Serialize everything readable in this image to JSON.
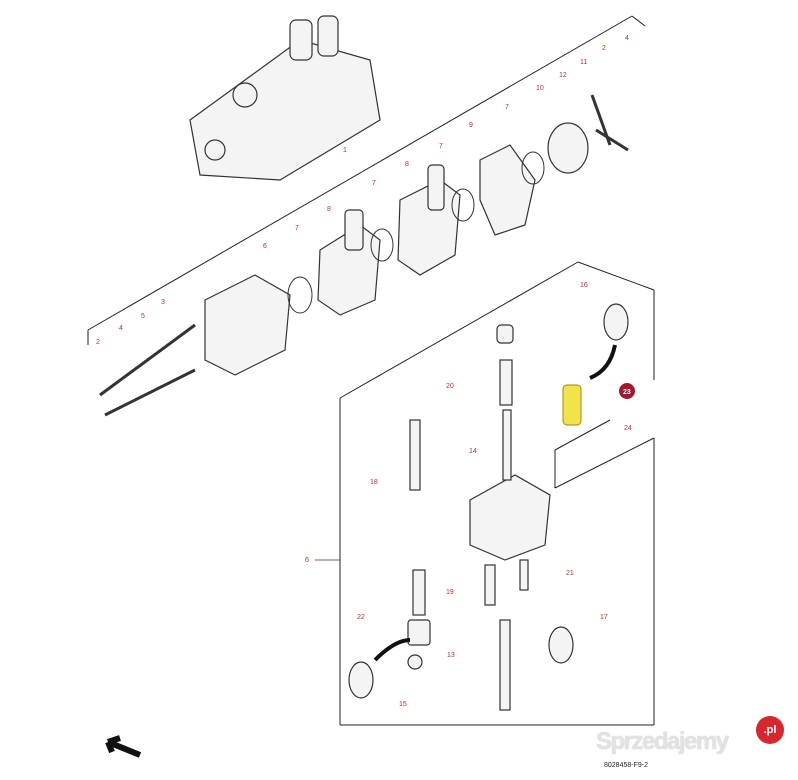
{
  "callouts": [
    "1",
    "2",
    "4",
    "11",
    "12",
    "10",
    "7",
    "9",
    "7",
    "8",
    "7",
    "8",
    "7",
    "6",
    "3",
    "5",
    "4",
    "2",
    "16",
    "23",
    "20",
    "24",
    "14",
    "18",
    "6",
    "21",
    "19",
    "22",
    "17",
    "13",
    "15"
  ],
  "highlight_color": "#f2e34a",
  "badge_color": "#a3182e",
  "figure_code": "8028458-F9-2",
  "watermark": {
    "text": "Sprzedajemy",
    "suffix": ".pl"
  }
}
